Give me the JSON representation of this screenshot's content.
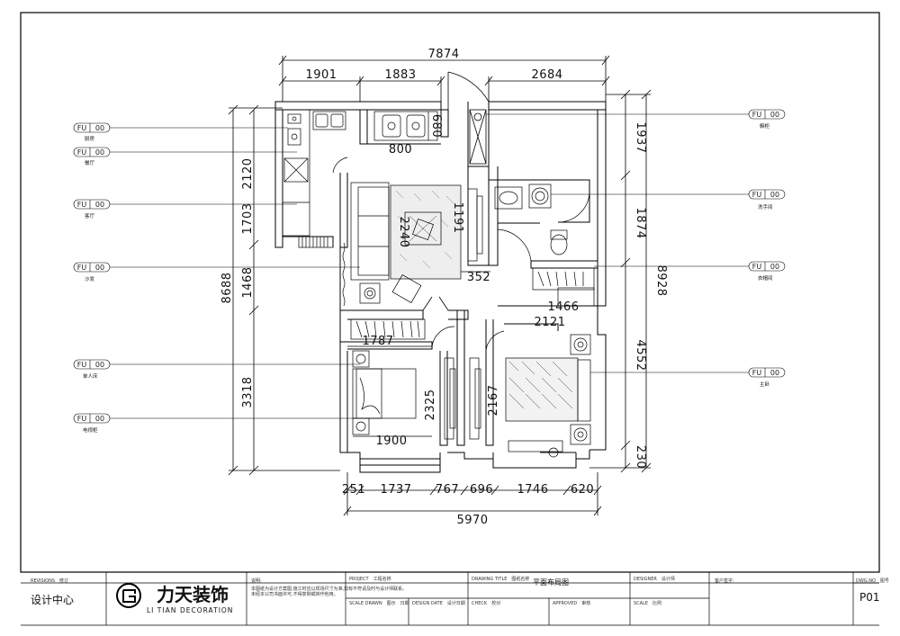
{
  "dimensions": {
    "top_total": "7874",
    "top_1": "1901",
    "top_2": "1883",
    "top_3": "2684",
    "bottom_total": "5970",
    "bottom_1": "251",
    "bottom_2": "1737",
    "bottom_3": "767",
    "bottom_4": "696",
    "bottom_5": "1746",
    "bottom_6": "620",
    "left_total": "8688",
    "left_1": "2120",
    "left_2": "1703",
    "left_3": "1468",
    "left_4": "3318",
    "right_total": "8928",
    "right_1": "1937",
    "right_2": "1874",
    "right_3": "4552",
    "right_4": "230",
    "inner_800": "800",
    "inner_680": "680",
    "inner_2240": "2240",
    "inner_1191": "1191",
    "inner_352": "352",
    "inner_1466": "1466",
    "inner_2121": "2121",
    "inner_1787": "1787",
    "inner_2325": "2325",
    "inner_2167": "2167",
    "inner_1900": "1900"
  },
  "tags": {
    "code_left": "FU",
    "code_right": "00",
    "left_items": [
      "厨房",
      "餐厅",
      "客厅",
      "沙发",
      "单人床",
      "电视柜"
    ],
    "right_items": [
      "橱柜",
      "洗手间",
      "衣帽间",
      "主卧"
    ]
  },
  "title_block": {
    "col1_label": "REVISIONS　修订",
    "design_center": "设计中心",
    "company_cn": "力天装饰",
    "company_en": "LI TIAN",
    "company_en_2": "DECORATION",
    "notes_label": "说明:",
    "notes_line1": "本图纸为设计方案图,施工时应以现场尺寸为准,如有不符请及时与设计师联系。",
    "notes_line2": "未经本公司书面许可,不得复制或转作他用。",
    "project_label": "PROJECT　工程名称",
    "scale_label": "SCALE DRAWN　图示　日期",
    "design_date_label": "DESIGN DATE　设计日期",
    "drawing_title_label": "DRAWING TITLE　图纸名称",
    "drawing_title": "平面布局图",
    "check_label": "CHECK　校对",
    "approved_label": "APPROVED　审核",
    "designer_label": "DESIGNER　设计师",
    "scale2_label": "SCALE　比例",
    "client_label": "客户签字:",
    "dwg_no_label": "DWG.NO　图号",
    "dwg_no": "P01"
  }
}
